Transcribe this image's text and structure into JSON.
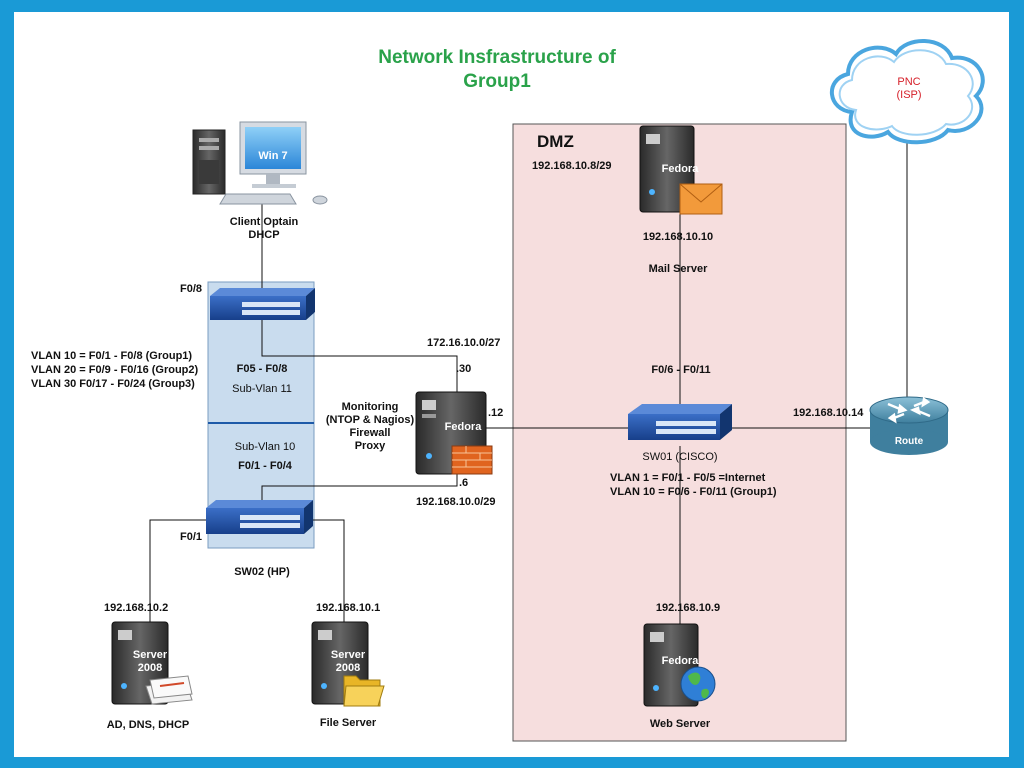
{
  "title": {
    "line1": "Network Insfrastructure of",
    "line2": "Group1"
  },
  "dmz": {
    "label": "DMZ",
    "subnet": "192.168.10.8/29"
  },
  "isp": {
    "line1": "PNC",
    "line2": "(ISP)"
  },
  "router": {
    "label": "Route",
    "ip": "192.168.10.14"
  },
  "client": {
    "screen": "Win 7",
    "label1": "Client Optain",
    "label2": "DHCP"
  },
  "sw_top": {
    "port": "F0/8",
    "range": "F05 - F0/8",
    "subvlan": "Sub-Vlan 11"
  },
  "sw02": {
    "subvlan": "Sub-Vlan 10",
    "range": "F0/1 - F0/4",
    "port": "F0/1",
    "label": "SW02 (HP)"
  },
  "vlans": [
    "VLAN 10 = F0/1 - F0/8 (Group1)",
    "VLAN 20 = F0/9 - F0/16 (Group2)",
    "VLAN 30 F0/17 - F0/24 (Group3)"
  ],
  "firewall": {
    "screen": "Fedora",
    "label": [
      "Monitoring",
      "(NTOP & Nagios)",
      "Firewall",
      "Proxy"
    ],
    "net_top": "172.16.10.0/27",
    "ip_top": ".30",
    "ip_right": ".12",
    "ip_bottom": ".6",
    "net_bottom": "192.168.10.0/29"
  },
  "mail": {
    "screen": "Fedora",
    "ip": "192.168.10.10",
    "label": "Mail Server"
  },
  "sw01": {
    "ports": "F0/6 - F0/11",
    "label": "SW01 (CISCO)",
    "vlan1": "VLAN 1 = F0/1 - F0/5 =Internet",
    "vlan10": "VLAN 10 = F0/6 - F0/11 (Group1)"
  },
  "web": {
    "screen": "Fedora",
    "ip": "192.168.10.9",
    "label": "Web Server"
  },
  "ad": {
    "screen1": "Server",
    "screen2": "2008",
    "ip": "192.168.10.2",
    "label": "AD, DNS, DHCP"
  },
  "fileserver": {
    "screen1": "Server",
    "screen2": "2008",
    "ip": "192.168.10.1",
    "label": "File Server"
  },
  "colors": {
    "frame": "#1a9ad6",
    "title": "#2aa24a",
    "dmz_fill": "#f6dede",
    "vlan_box": "#c9dcee",
    "switch": "#1f4fa8",
    "isp_text": "#d6202a",
    "router": "#4a8fb0"
  }
}
